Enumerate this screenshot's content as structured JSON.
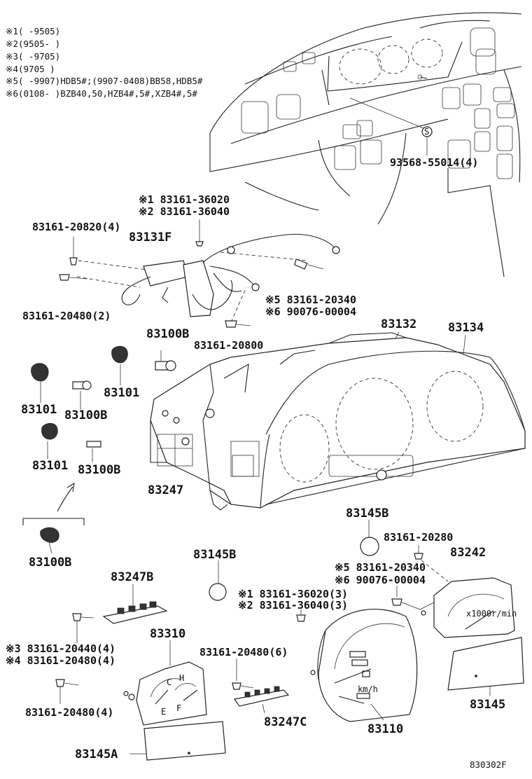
{
  "notes": [
    "※1(      -9505)",
    "※2(9505-      )",
    "※3(      -9705)",
    "※4(9705      )",
    "※5(      -9907)HDB5#;(9907-0408)BB58,HDB5#",
    "※6(0108-      )BZB40,50,HZB4#,5#,XZB4#,5#"
  ],
  "labels": {
    "l_93568": "93568-55014(4)",
    "l_s_marker": "S",
    "l_83161_36020_a": "※1 83161-36020",
    "l_83161_36040_a": "※2 83161-36040",
    "l_83161_20820": "83161-20820(4)",
    "l_83131F": "83131F",
    "l_83161_20480_2": "83161-20480(2)",
    "l_83161_20340_a": "※5 83161-20340",
    "l_90076_a": "※6 90076-00004",
    "l_83100B_top": "83100B",
    "l_83161_20800": "83161-20800",
    "l_83132": "83132",
    "l_83134": "83134",
    "l_83101_right": "83101",
    "l_83101_left": "83101",
    "l_83100B_mid": "83100B",
    "l_83101_low": "83101",
    "l_83100B_low": "83100B",
    "l_83247": "83247",
    "l_83145B_right": "83145B",
    "l_83100B_inset": "83100B",
    "l_83145B_left": "83145B",
    "l_83161_20280": "83161-20280",
    "l_83242": "83242",
    "l_83161_20340_b": "※5 83161-20340",
    "l_90076_b": "※6 90076-00004",
    "l_83247B": "83247B",
    "l_83161_36020_b": "※1 83161-36020(3)",
    "l_83161_36040_b": "※2 83161-36040(3)",
    "l_83310": "83310",
    "l_83161_20440": "※3 83161-20440(4)",
    "l_83161_20480_4a": "※4 83161-20480(4)",
    "l_83161_20480_6": "83161-20480(6)",
    "l_83161_20480_4b": "83161-20480(4)",
    "l_83247C": "83247C",
    "l_83110": "83110",
    "l_83145": "83145",
    "l_83145A": "83145A",
    "l_figure_code": "830302F"
  },
  "gauge_text": {
    "kmh": "km/h",
    "tacho_scale": "x1000r/min",
    "temp_c": "C",
    "temp_h": "H",
    "fuel_e": "E",
    "fuel_f": "F"
  }
}
